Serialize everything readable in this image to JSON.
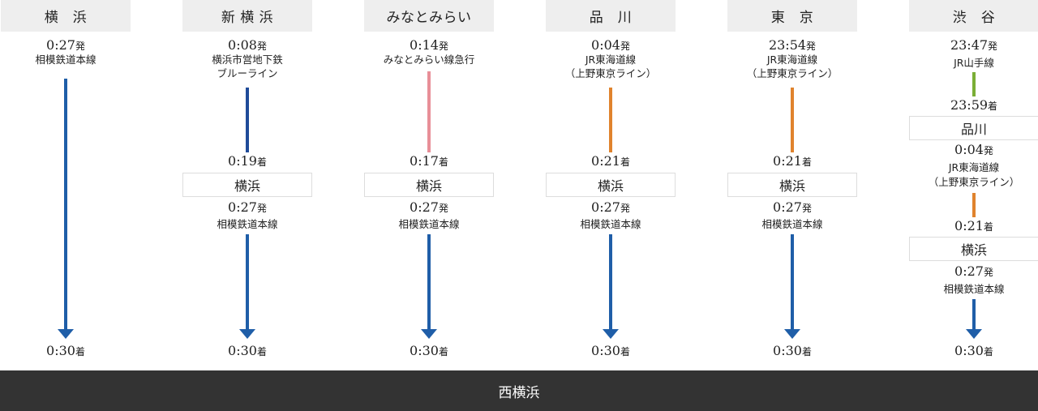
{
  "colors": {
    "sotetsu": "#1f5ea8",
    "blue_line": "#1f4b99",
    "minatomirai": "#e88f98",
    "tokaido": "#e0832d",
    "yamanote": "#7aae36",
    "header_bg": "#eeeeee",
    "footer_bg": "#333333"
  },
  "columns": [
    {
      "station": "横　浜",
      "dep": {
        "time": "0:27",
        "suffix": "発",
        "line": [
          "相模鉄道本線"
        ]
      },
      "arrival": {
        "time": "0:30",
        "suffix": "着"
      }
    },
    {
      "station": "新 横 浜",
      "dep": {
        "time": "0:08",
        "suffix": "発",
        "line": [
          "横浜市営地下鉄",
          "ブルーライン"
        ]
      },
      "arr1": {
        "time": "0:19",
        "suffix": "着"
      },
      "xfer1": "横浜",
      "dep2": {
        "time": "0:27",
        "suffix": "発",
        "line": [
          "相模鉄道本線"
        ]
      },
      "arrival": {
        "time": "0:30",
        "suffix": "着"
      }
    },
    {
      "station": "みなとみらい",
      "dep": {
        "time": "0:14",
        "suffix": "発",
        "line": [
          "みなとみらい線急行"
        ]
      },
      "arr1": {
        "time": "0:17",
        "suffix": "着"
      },
      "xfer1": "横浜",
      "dep2": {
        "time": "0:27",
        "suffix": "発",
        "line": [
          "相模鉄道本線"
        ]
      },
      "arrival": {
        "time": "0:30",
        "suffix": "着"
      }
    },
    {
      "station": "品　川",
      "dep": {
        "time": "0:04",
        "suffix": "発",
        "line": [
          "JR東海道線",
          "（上野東京ライン）"
        ]
      },
      "arr1": {
        "time": "0:21",
        "suffix": "着"
      },
      "xfer1": "横浜",
      "dep2": {
        "time": "0:27",
        "suffix": "発",
        "line": [
          "相模鉄道本線"
        ]
      },
      "arrival": {
        "time": "0:30",
        "suffix": "着"
      }
    },
    {
      "station": "東　京",
      "dep": {
        "time": "23:54",
        "suffix": "発",
        "line": [
          "JR東海道線",
          "（上野東京ライン）"
        ]
      },
      "arr1": {
        "time": "0:21",
        "suffix": "着"
      },
      "xfer1": "横浜",
      "dep2": {
        "time": "0:27",
        "suffix": "発",
        "line": [
          "相模鉄道本線"
        ]
      },
      "arrival": {
        "time": "0:30",
        "suffix": "着"
      }
    },
    {
      "station": "渋　谷",
      "dep": {
        "time": "23:47",
        "suffix": "発",
        "line": [
          "JR山手線"
        ]
      },
      "arr1": {
        "time": "23:59",
        "suffix": "着"
      },
      "xfer1": "品川",
      "dep2": {
        "time": "0:04",
        "suffix": "発",
        "line": [
          "JR東海道線",
          "（上野東京ライン）"
        ]
      },
      "arr2": {
        "time": "0:21",
        "suffix": "着"
      },
      "xfer2": "横浜",
      "dep3": {
        "time": "0:27",
        "suffix": "発",
        "line": [
          "相模鉄道本線"
        ]
      },
      "arrival": {
        "time": "0:30",
        "suffix": "着"
      }
    }
  ],
  "destination": "西横浜"
}
